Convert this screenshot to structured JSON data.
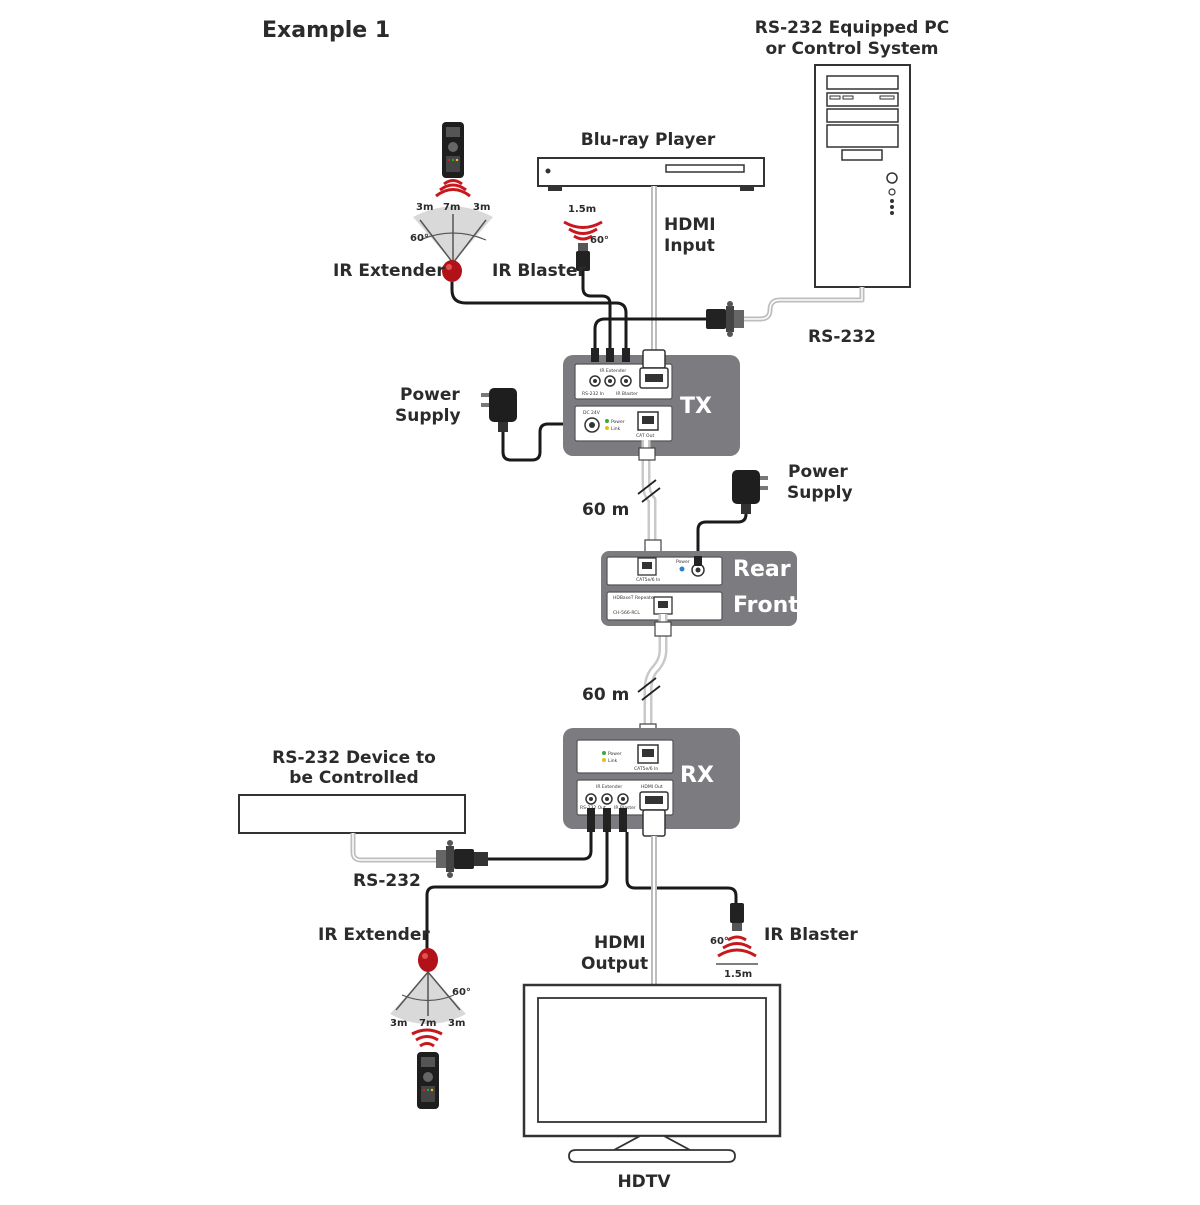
{
  "title": "Example 1",
  "labels": {
    "rs232_pc_line1": "RS-232 Equipped PC",
    "rs232_pc_line2": "or Control System",
    "bluray": "Blu-ray Player",
    "hdmi_input_line1": "HDMI",
    "hdmi_input_line2": "Input",
    "rs232_top": "RS-232",
    "ir_extender_top": "IR Extender",
    "ir_blaster_top": "IR Blaster",
    "power_supply_left_line1": "Power",
    "power_supply_left_line2": "Supply",
    "tx": "TX",
    "distance_1": "60 m",
    "power_supply_right_line1": "Power",
    "power_supply_right_line2": "Supply",
    "rear": "Rear",
    "front": "Front",
    "distance_2": "60 m",
    "rx": "RX",
    "rs232_device_line1": "RS-232 Device to",
    "rs232_device_line2": "be Controlled",
    "rs232_bottom": "RS-232",
    "ir_extender_bottom": "IR Extender",
    "hdmi_output_line1": "HDMI",
    "hdmi_output_line2": "Output",
    "ir_blaster_bottom": "IR Blaster",
    "hdtv": "HDTV"
  },
  "ir_extender_specs": {
    "side_range": "3m",
    "center_range": "7m",
    "angle": "60°"
  },
  "ir_blaster_specs": {
    "range": "1.5m",
    "angle": "60°"
  },
  "panel_text": {
    "tx_rs232_in": "RS-232 In",
    "tx_ir_extender": "IR Extender",
    "tx_ir_blaster": "IR Blaster",
    "tx_dc": "DC 24V",
    "tx_power": "Power",
    "tx_link": "Link",
    "tx_cat_out": "CAT Out",
    "rep_power": "Power",
    "rep_cat_in": "CAT5e/6 In",
    "rep_name": "HDBaseT Repeater",
    "rep_model": "CH-566-RCL",
    "rx_power": "Power",
    "rx_link": "Link",
    "rx_cat_in": "CAT5e/6 In",
    "rx_ir_extender": "IR Extender",
    "rx_rs232_out": "RS-232 Out",
    "rx_ir_blaster": "IR Blaster",
    "rx_hdmi_out": "HDMI Out"
  },
  "colors": {
    "device_box": "#7b7b80",
    "ir_signal": "#c8181e",
    "extender_eye": "#b01218",
    "led_green": "#3aa83a",
    "led_yellow": "#e0c020",
    "led_blue": "#2f7fd0"
  }
}
